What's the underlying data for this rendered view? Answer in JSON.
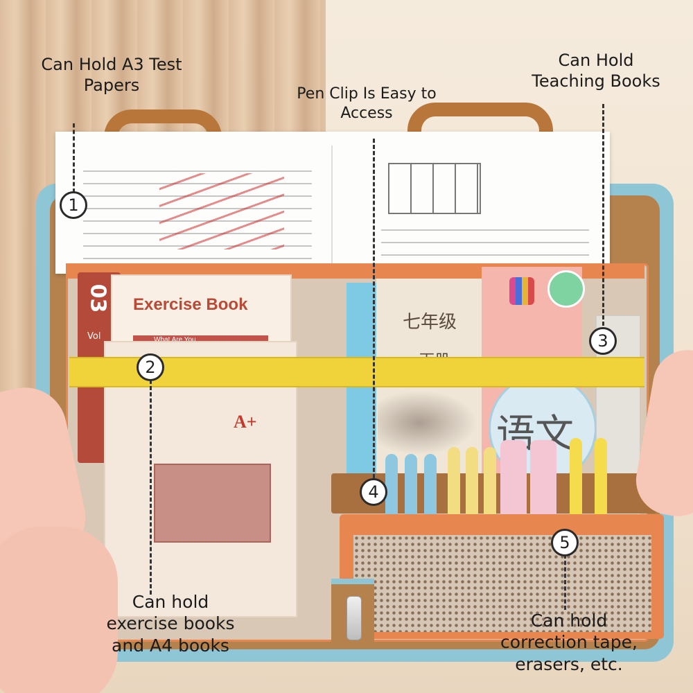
{
  "callouts": {
    "a3": "Can Hold A3 Test Papers",
    "teaching": "Can Hold Teaching Books",
    "penclip": "Pen Clip Is Easy to Access",
    "exercise": "Can hold exercise books and A4 books",
    "correction": "Can hold correction tape, erasers, etc."
  },
  "markers": [
    "1",
    "2",
    "3",
    "4",
    "5"
  ],
  "product": {
    "book_title": "Exercise Book",
    "book_subtitle": "What Are You",
    "volume": "03",
    "vol_label": "Vol",
    "grade_text": "七年级",
    "grade_sub": "下册",
    "subject_text": "语文",
    "grade_mark": "A+"
  },
  "colors": {
    "folder_frame": "#8fc6d6",
    "folder_inner": "#b5824e",
    "pocket_stripe": "#f0d23a",
    "orange_trim": "#e7864e"
  }
}
